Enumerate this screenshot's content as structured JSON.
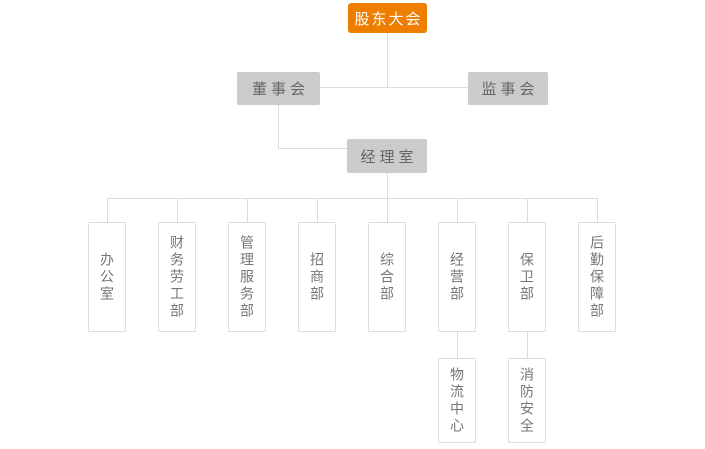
{
  "palette": {
    "root_bg": "#EE7E00",
    "root_text": "#FFFFFF",
    "lvl2_bg": "#CBCBCB",
    "lvl2_text": "#666666",
    "dept_border": "#DDDDDD",
    "dept_text": "#767676",
    "line": "#DDDDDD"
  },
  "org": {
    "root": {
      "label": "股东大会"
    },
    "board": {
      "label": "董事会"
    },
    "supervisory": {
      "label": "监事会"
    },
    "manager_office": {
      "label": "经理室"
    },
    "departments": [
      {
        "label": "办公室"
      },
      {
        "label": "财务劳工部"
      },
      {
        "label": "管理服务部"
      },
      {
        "label": "招商部"
      },
      {
        "label": "综合部"
      },
      {
        "label": "经营部"
      },
      {
        "label": "保卫部"
      },
      {
        "label": "后勤保障部"
      }
    ],
    "sub_departments": [
      {
        "label": "物流中心",
        "parent": "经营部"
      },
      {
        "label": "消防安全",
        "parent": "保卫部"
      }
    ]
  }
}
